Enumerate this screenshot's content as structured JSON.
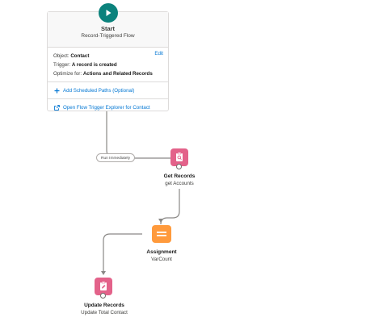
{
  "start": {
    "title": "Start",
    "subtitle": "Record-Triggered Flow",
    "edit_label": "Edit",
    "object_label": "Object:",
    "object_value": "Contact",
    "trigger_label": "Trigger:",
    "trigger_value": "A record is created",
    "optimize_label": "Optimize for:",
    "optimize_value": "Actions and Related Records",
    "add_paths_label": "Add Scheduled Paths (Optional)",
    "explorer_label": "Open Flow Trigger Explorer for Contact",
    "play_icon": "play-icon",
    "accent_color": "#0b827c"
  },
  "connector": {
    "run_label": "Run Immediately"
  },
  "elements": [
    {
      "title": "Get Records",
      "subtitle": "get Accounts",
      "icon": "search-record-icon",
      "color": "#e3628a"
    },
    {
      "title": "Assignment",
      "subtitle": "VarCount",
      "icon": "assignment-icon",
      "color": "#ff9a3c"
    },
    {
      "title": "Update Records",
      "subtitle": "Update Total Contact",
      "icon": "update-record-icon",
      "color": "#e3628a"
    }
  ],
  "link_color": "#0176d3"
}
